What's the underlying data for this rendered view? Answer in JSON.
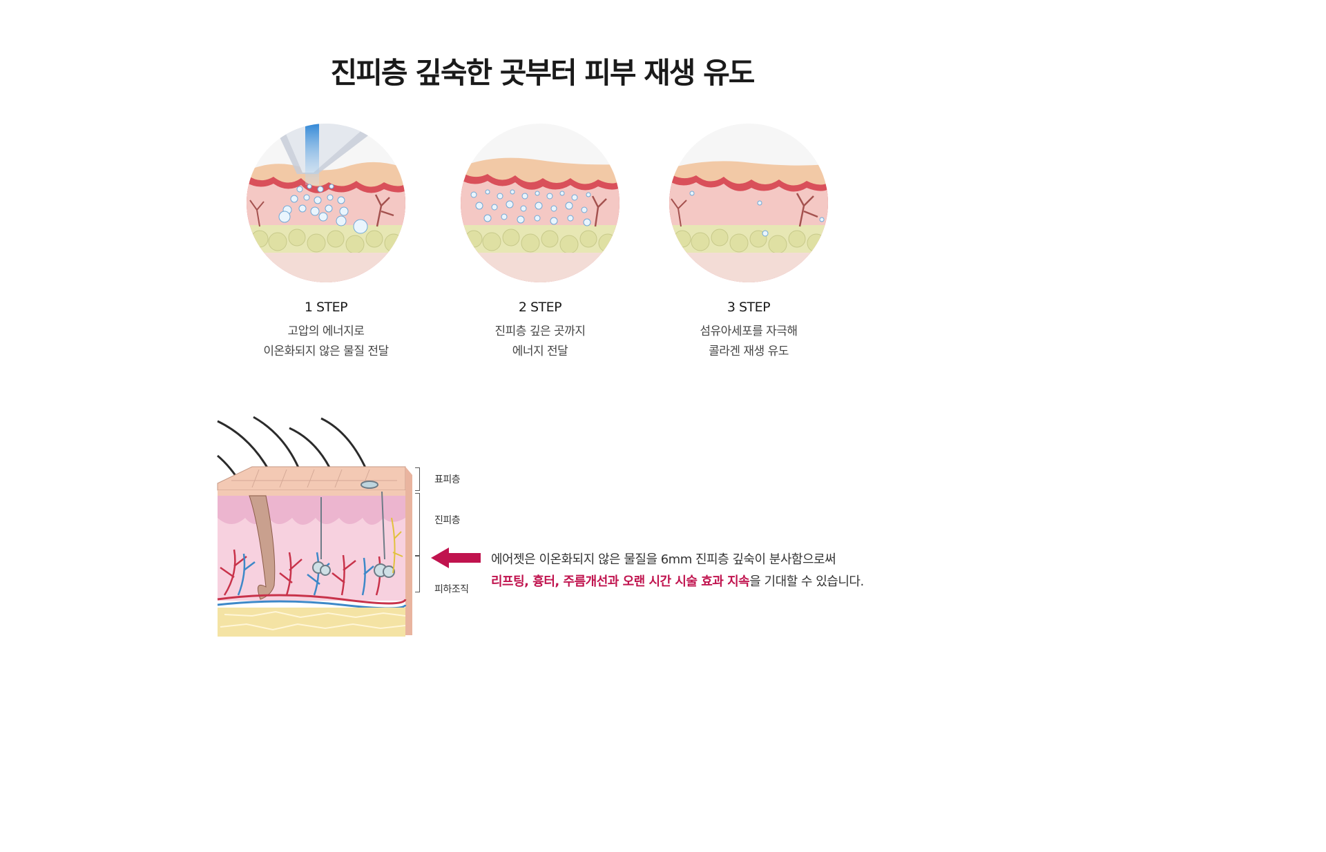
{
  "title": "진피층 깊숙한 곳부터 피부 재생 유도",
  "steps": [
    {
      "label": "1 STEP",
      "line1": "고압의 에너지로",
      "line2": "이온화되지 않은 물질 전달"
    },
    {
      "label": "2 STEP",
      "line1": "진피층 깊은 곳까지",
      "line2": "에너지 전달"
    },
    {
      "label": "3 STEP",
      "line1": "섬유아세포를 자극해",
      "line2": "콜라겐 재생 유도"
    }
  ],
  "layers": {
    "epidermis": "표피층",
    "dermis": "진피층",
    "subcutis": "피하조직"
  },
  "note": {
    "line1": "에어젯은 이온화되지 않은 물질을 6mm 진피층 깊숙이 분사함으로써",
    "highlight": "리프팅, 흉터, 주름개선과 오랜 시간 시술 효과 지속",
    "line2_rest": "을 기대할 수 있습니다."
  },
  "colors": {
    "highlight": "#c0134e",
    "arrow": "#c0134e"
  }
}
